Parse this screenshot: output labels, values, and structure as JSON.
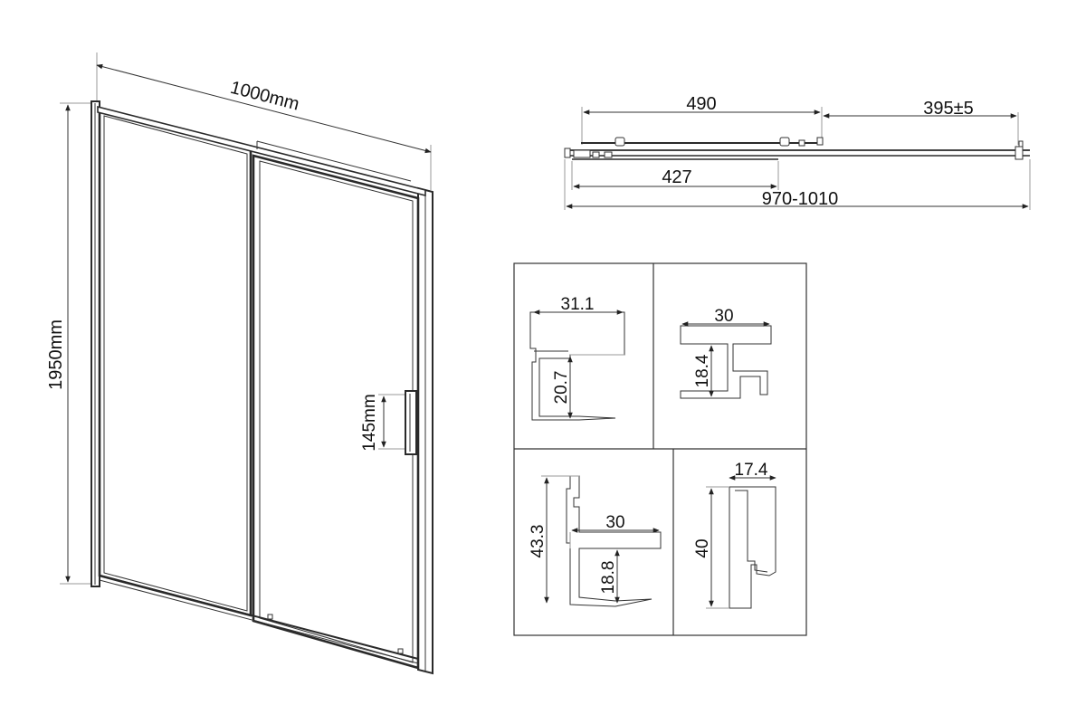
{
  "front_view": {
    "width_label": "1000mm",
    "height_label": "1950mm",
    "handle_label": "145mm"
  },
  "top_view": {
    "dim_490": "490",
    "dim_395": "395±5",
    "dim_427": "427",
    "dim_total": "970-1010"
  },
  "profiles": {
    "p1": {
      "width": "31.1",
      "height": "20.7"
    },
    "p2": {
      "width": "30",
      "height": "18.4"
    },
    "p3": {
      "height_outer": "43.3",
      "width": "30",
      "height_inner": "18.8"
    },
    "p4": {
      "width": "17.4",
      "height": "40"
    }
  },
  "colors": {
    "line": "#222222",
    "background": "#ffffff",
    "text": "#111111"
  }
}
